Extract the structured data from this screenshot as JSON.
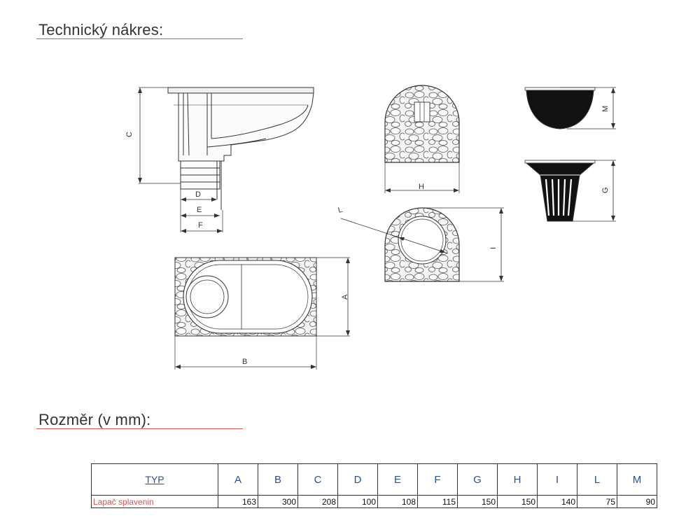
{
  "sections": {
    "drawing_title": "Technický nákres:",
    "dimensions_title": "Rozměr (v mm):"
  },
  "drawing_labels": {
    "A": "A",
    "B": "B",
    "C": "C",
    "D": "D",
    "E": "E",
    "F": "F",
    "G": "G",
    "H": "H",
    "I": "I",
    "L": "L",
    "M": "M"
  },
  "table": {
    "headers": [
      "TYP",
      "A",
      "B",
      "C",
      "D",
      "E",
      "F",
      "G",
      "H",
      "I",
      "L",
      "M"
    ],
    "rows": [
      {
        "label": "Lapač splavenin",
        "values": [
          "163",
          "300",
          "208",
          "100",
          "108",
          "115",
          "150",
          "150",
          "140",
          "75",
          "90"
        ]
      }
    ]
  },
  "colors": {
    "accent_rule": "#d9534f",
    "header_text": "#2b4f9e",
    "row_label": "#d9534f"
  }
}
